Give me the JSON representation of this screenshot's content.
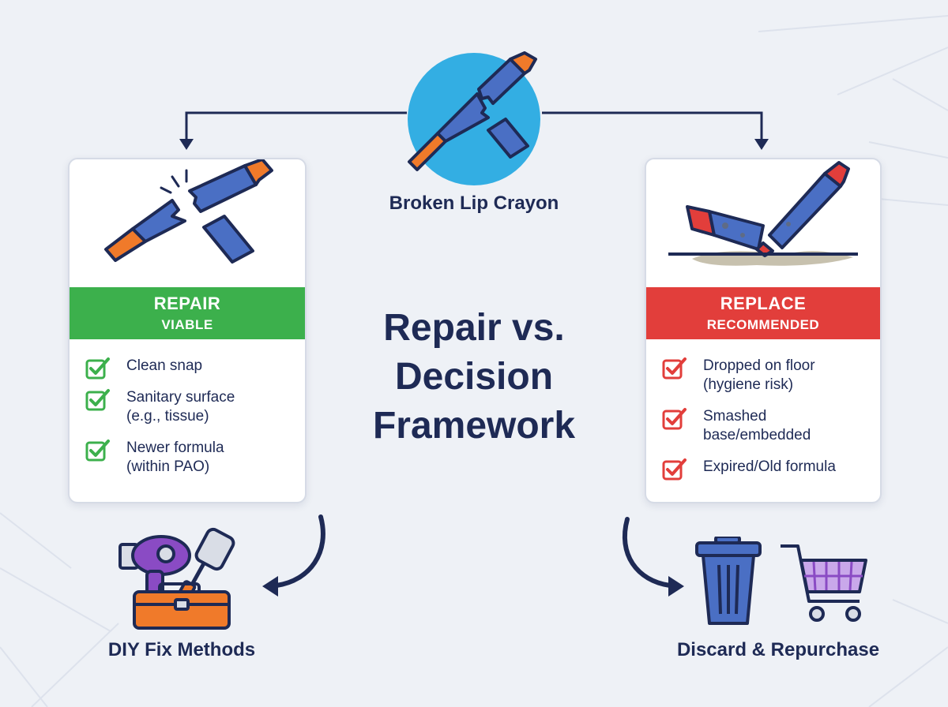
{
  "top_node": {
    "label": "Broken Lip Crayon",
    "icon": "broken-crayon-icon"
  },
  "center_title": {
    "line1": "Repair vs.",
    "line2": "Decision",
    "line3": "Framework"
  },
  "repair_card": {
    "icon": "snapped-crayon-icon",
    "banner_line1": "REPAIR",
    "banner_line2": "VIABLE",
    "banner_color": "#3cb04c",
    "criteria": [
      {
        "line1": "Clean snap",
        "line2": ""
      },
      {
        "line1": "Sanitary surface",
        "line2": "(e.g., tissue)"
      },
      {
        "line1": "Newer formula",
        "line2": "(within PAO)"
      }
    ]
  },
  "replace_card": {
    "icon": "dirty-crayon-icon",
    "banner_line1": "REPLACE",
    "banner_line2": "RECOMMENDED",
    "banner_color": "#e23e3b",
    "criteria": [
      {
        "line1": "Dropped on floor",
        "line2": "(hygiene risk)"
      },
      {
        "line1": "Smashed",
        "line2": "base/embedded"
      },
      {
        "line1": "Expired/Old formula",
        "line2": ""
      }
    ]
  },
  "outcomes": {
    "diy": {
      "label": "DIY Fix Methods",
      "icons": [
        "hair-dryer-icon",
        "spatula-icon",
        "toolbox-icon"
      ]
    },
    "discard": {
      "label": "Discard & Repurchase",
      "icons": [
        "trash-can-icon",
        "shopping-cart-icon"
      ]
    }
  },
  "colors": {
    "navy": "#1e2a55",
    "crayon_blue": "#4a6fc4",
    "crayon_orange": "#f07a2a",
    "crayon_red": "#e23e3b",
    "purple": "#8a4bc4",
    "circle_blue": "#33aee3"
  }
}
